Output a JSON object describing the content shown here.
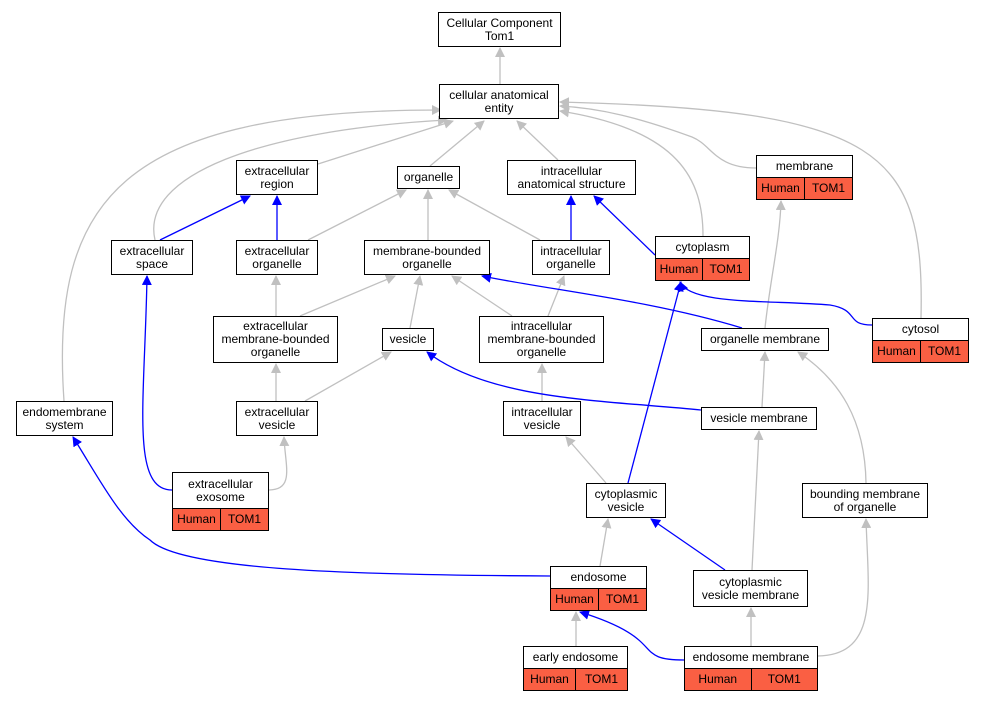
{
  "nodes": {
    "root": "Cellular Component\nTom1",
    "cae": "cellular anatomical\nentity",
    "exreg": "extracellular\nregion",
    "organelle": "organelle",
    "ias": "intracellular\nanatomical structure",
    "membrane": "membrane",
    "exspace": "extracellular\nspace",
    "exorg": "extracellular\norganelle",
    "mbo": "membrane-bounded\norganelle",
    "intorg": "intracellular\norganelle",
    "cytoplasm": "cytoplasm",
    "exmbo": "extracellular\nmembrane-bounded\norganelle",
    "vesicle": "vesicle",
    "intmbo": "intracellular\nmembrane-bounded\norganelle",
    "orgmem": "organelle membrane",
    "cytosol": "cytosol",
    "endosys": "endomembrane\nsystem",
    "exves": "extracellular\nvesicle",
    "intves": "intracellular\nvesicle",
    "vesmem": "vesicle membrane",
    "exo": "extracellular\nexosome",
    "cytves": "cytoplasmic\nvesicle",
    "bmo": "bounding membrane\nof organelle",
    "endosome": "endosome",
    "cvm": "cytoplasmic\nvesicle membrane",
    "early": "early endosome",
    "endomem": "endosome membrane"
  },
  "annotation": {
    "species": "Human",
    "gene": "TOM1",
    "color": "#fa5f43"
  },
  "edge_colors": {
    "is_a": "#c0c0c0",
    "part_of": "#0000ff"
  }
}
